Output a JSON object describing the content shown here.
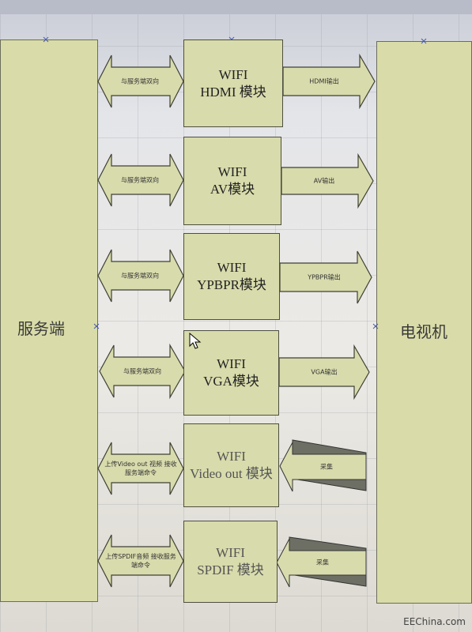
{
  "left_block": "服务端",
  "right_block": "电视机",
  "modules": [
    {
      "line1": "WIFI",
      "line2": "HDMI 模块",
      "left_label": "与服务端双向",
      "right_label": "HDMI输出"
    },
    {
      "line1": "WIFI",
      "line2": "AV模块",
      "left_label": "与服务端双向",
      "right_label": "AV输出"
    },
    {
      "line1": "WIFI",
      "line2": "YPBPR模块",
      "left_label": "与服务端双向",
      "right_label": "YPBPR输出"
    },
    {
      "line1": "WIFI",
      "line2": "VGA模块",
      "left_label": "与服务端双向",
      "right_label": "VGA输出"
    },
    {
      "line1": "WIFI",
      "line2": "Video out 模块",
      "left_label": "上传Video out 视频 接收服务端命令",
      "right_label": "采集"
    },
    {
      "line1": "WIFI",
      "line2": "SPDIF 模块",
      "left_label": "上传SPDIF音频 接收服务端命令",
      "right_label": "采集"
    }
  ],
  "watermark": "EEChina.com"
}
